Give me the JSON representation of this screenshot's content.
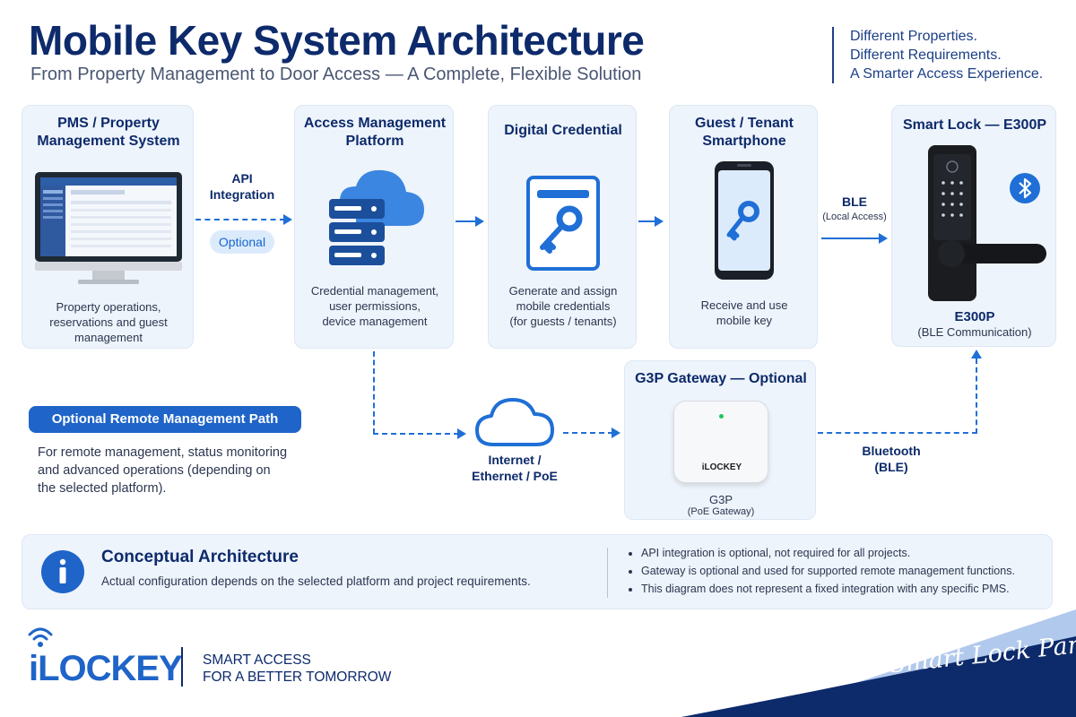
{
  "header": {
    "title": "Mobile Key System Architecture",
    "subtitle": "From Property Management to Door Access — A Complete, Flexible Solution",
    "tagline": [
      "Different Properties.",
      "Different Requirements.",
      "A Smarter Access Experience."
    ]
  },
  "pms": {
    "title_l1": "PMS / Property",
    "title_l2": "Management System",
    "desc_l1": "Property operations,",
    "desc_l2": "reservations and guest",
    "desc_l3": "management",
    "icon": "monitor-icon"
  },
  "api": {
    "label_l1": "API",
    "label_l2": "Integration",
    "optional": "Optional"
  },
  "amp": {
    "title_l1": "Access Management",
    "title_l2": "Platform",
    "desc_l1": "Credential management,",
    "desc_l2": "user permissions,",
    "desc_l3": "device management",
    "icon": "cloud-server-icon"
  },
  "credential": {
    "title": "Digital Credential",
    "desc_l1": "Generate and assign",
    "desc_l2": "mobile credentials",
    "desc_l3": "(for guests / tenants)",
    "icon": "key-card-icon"
  },
  "phone": {
    "title_l1": "Guest / Tenant",
    "title_l2": "Smartphone",
    "desc_l1": "Receive and use",
    "desc_l2": "mobile key",
    "icon": "smartphone-key-icon"
  },
  "ble": {
    "label": "BLE",
    "sub": "(Local Access)"
  },
  "lock": {
    "title": "Smart Lock — E300P",
    "model": "E300P",
    "desc": "(BLE Communication)",
    "icon": "smart-lock-icon"
  },
  "remote": {
    "pill": "Optional Remote Management Path",
    "desc_l1": "For remote management, status monitoring",
    "desc_l2": "and advanced operations (depending on",
    "desc_l3": "the selected platform)."
  },
  "internet": {
    "label_l1": "Internet /",
    "label_l2": "Ethernet / PoE",
    "icon": "cloud-icon"
  },
  "gateway": {
    "title": "G3P Gateway — Optional",
    "brand": "iLOCKEY",
    "model": "G3P",
    "desc": "(PoE Gateway)"
  },
  "bluetooth": {
    "label_l1": "Bluetooth",
    "label_l2": "(BLE)"
  },
  "concept": {
    "title": "Conceptual Architecture",
    "desc": "Actual configuration depends on the selected platform and project requirements.",
    "bullets": [
      "API integration is optional, not required for all projects.",
      "Gateway is optional and used for supported remote management functions.",
      "This diagram does not represent a fixed integration with any specific PMS."
    ]
  },
  "footer": {
    "logo": "iLOCKEY",
    "slogan_l1": "SMART ACCESS",
    "slogan_l2": "FOR A BETTER TOMORROW",
    "script": "Your Trusted Smart Lock Partner"
  },
  "colors": {
    "primary": "#0d2a6b",
    "accent": "#1f6fd6",
    "card": "#eef4fb"
  }
}
